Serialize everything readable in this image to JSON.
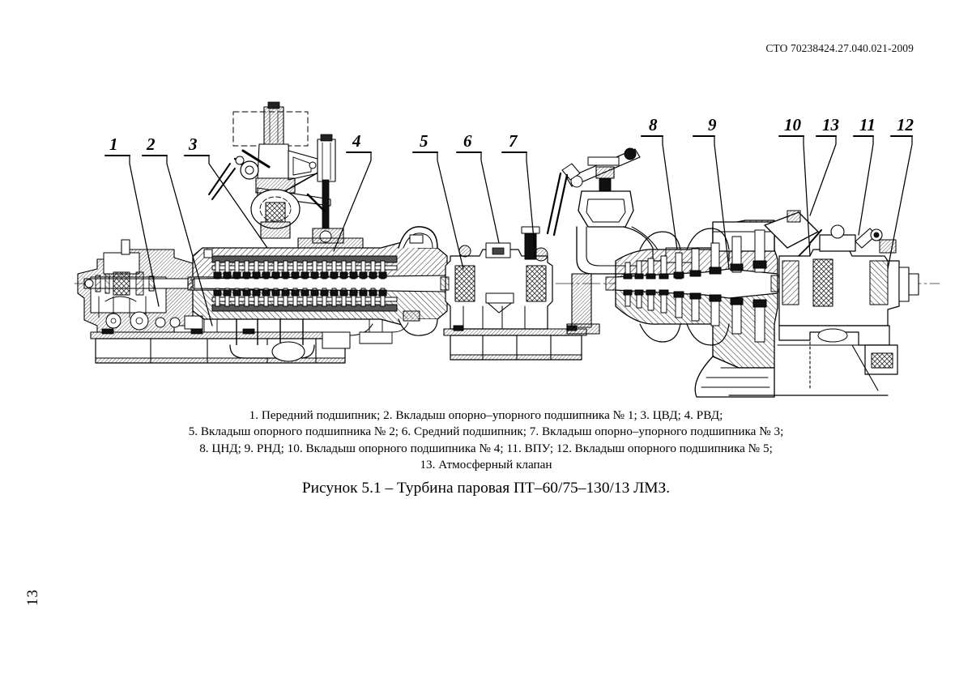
{
  "document": {
    "standard_header": "СТО 70238424.27.040.021-2009",
    "page_number": "13"
  },
  "figure": {
    "callouts": [
      {
        "id": "1",
        "label": "1"
      },
      {
        "id": "2",
        "label": "2"
      },
      {
        "id": "3",
        "label": "3"
      },
      {
        "id": "4",
        "label": "4"
      },
      {
        "id": "5",
        "label": "5"
      },
      {
        "id": "6",
        "label": "6"
      },
      {
        "id": "7",
        "label": "7"
      },
      {
        "id": "8",
        "label": "8"
      },
      {
        "id": "9",
        "label": "9"
      },
      {
        "id": "10",
        "label": "10"
      },
      {
        "id": "13",
        "label": "13"
      },
      {
        "id": "11",
        "label": "11"
      },
      {
        "id": "12",
        "label": "12"
      }
    ],
    "legend_lines": [
      "1. Передний подшипник; 2. Вкладыш опорно–упорного подшипника № 1; 3. ЦВД; 4. РВД;",
      "5. Вкладыш опорного подшипника № 2; 6. Средний подшипник; 7. Вкладыш опорно–упорного подшипника № 3;",
      "8. ЦНД; 9. РНД; 10. Вкладыш опорного подшипника № 4; 11. ВПУ; 12. Вкладыш опорного подшипника № 5;",
      "13. Атмосферный клапан"
    ],
    "title": "Рисунок 5.1 – Турбина паровая ПТ–60/75–130/13 ЛМЗ."
  },
  "colors": {
    "ink": "#000000",
    "paper": "#ffffff",
    "hatch": "#3a3a3a"
  }
}
